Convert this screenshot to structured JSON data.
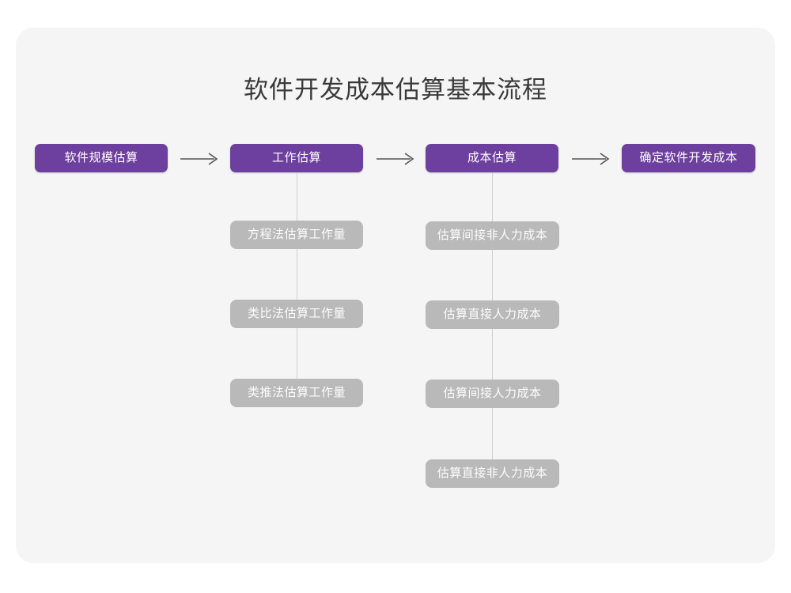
{
  "page": {
    "background": "#ffffff",
    "card_background": "#f5f5f5"
  },
  "title": "软件开发成本估算基本流程",
  "colors": {
    "primary": "#6d3f9e",
    "secondary": "#b9b9b9",
    "connector": "#cfcfcf",
    "arrow": "#555555",
    "title_text": "#3a3a3a",
    "node_text": "#ffffff"
  },
  "chart_data": {
    "type": "diagram",
    "title": "软件开发成本估算基本流程",
    "main_flow": [
      {
        "id": "step1",
        "label": "软件规模估算",
        "style": "primary"
      },
      {
        "id": "step2",
        "label": "工作估算",
        "style": "primary"
      },
      {
        "id": "step3",
        "label": "成本估算",
        "style": "primary"
      },
      {
        "id": "step4",
        "label": "确定软件开发成本",
        "style": "primary"
      }
    ],
    "arrows": [
      {
        "from": "step1",
        "to": "step2",
        "glyph": "arrow-right"
      },
      {
        "from": "step2",
        "to": "step3",
        "glyph": "arrow-right"
      },
      {
        "from": "step3",
        "to": "step4",
        "glyph": "arrow-right"
      }
    ],
    "branches": [
      {
        "parent": "step2",
        "children": [
          {
            "label": "方程法估算工作量",
            "style": "secondary"
          },
          {
            "label": "类比法估算工作量",
            "style": "secondary"
          },
          {
            "label": "类推法估算工作量",
            "style": "secondary"
          }
        ]
      },
      {
        "parent": "step3",
        "children": [
          {
            "label": "估算间接非人力成本",
            "style": "secondary"
          },
          {
            "label": "估算直接人力成本",
            "style": "secondary"
          },
          {
            "label": "估算间接人力成本",
            "style": "secondary"
          },
          {
            "label": "估算直接非人力成本",
            "style": "secondary"
          }
        ]
      }
    ]
  }
}
